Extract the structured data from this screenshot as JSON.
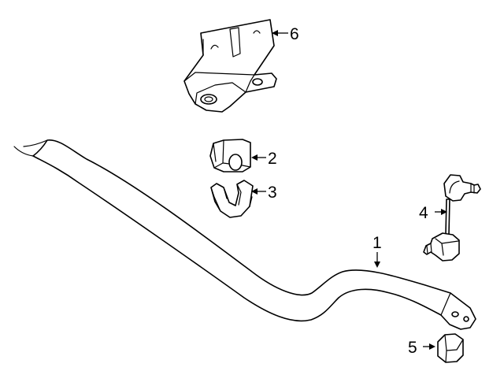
{
  "callouts": {
    "1": "1",
    "2": "2",
    "3": "3",
    "4": "4",
    "5": "5",
    "6": "6"
  },
  "colors": {
    "line": "#000000",
    "background": "#ffffff"
  }
}
